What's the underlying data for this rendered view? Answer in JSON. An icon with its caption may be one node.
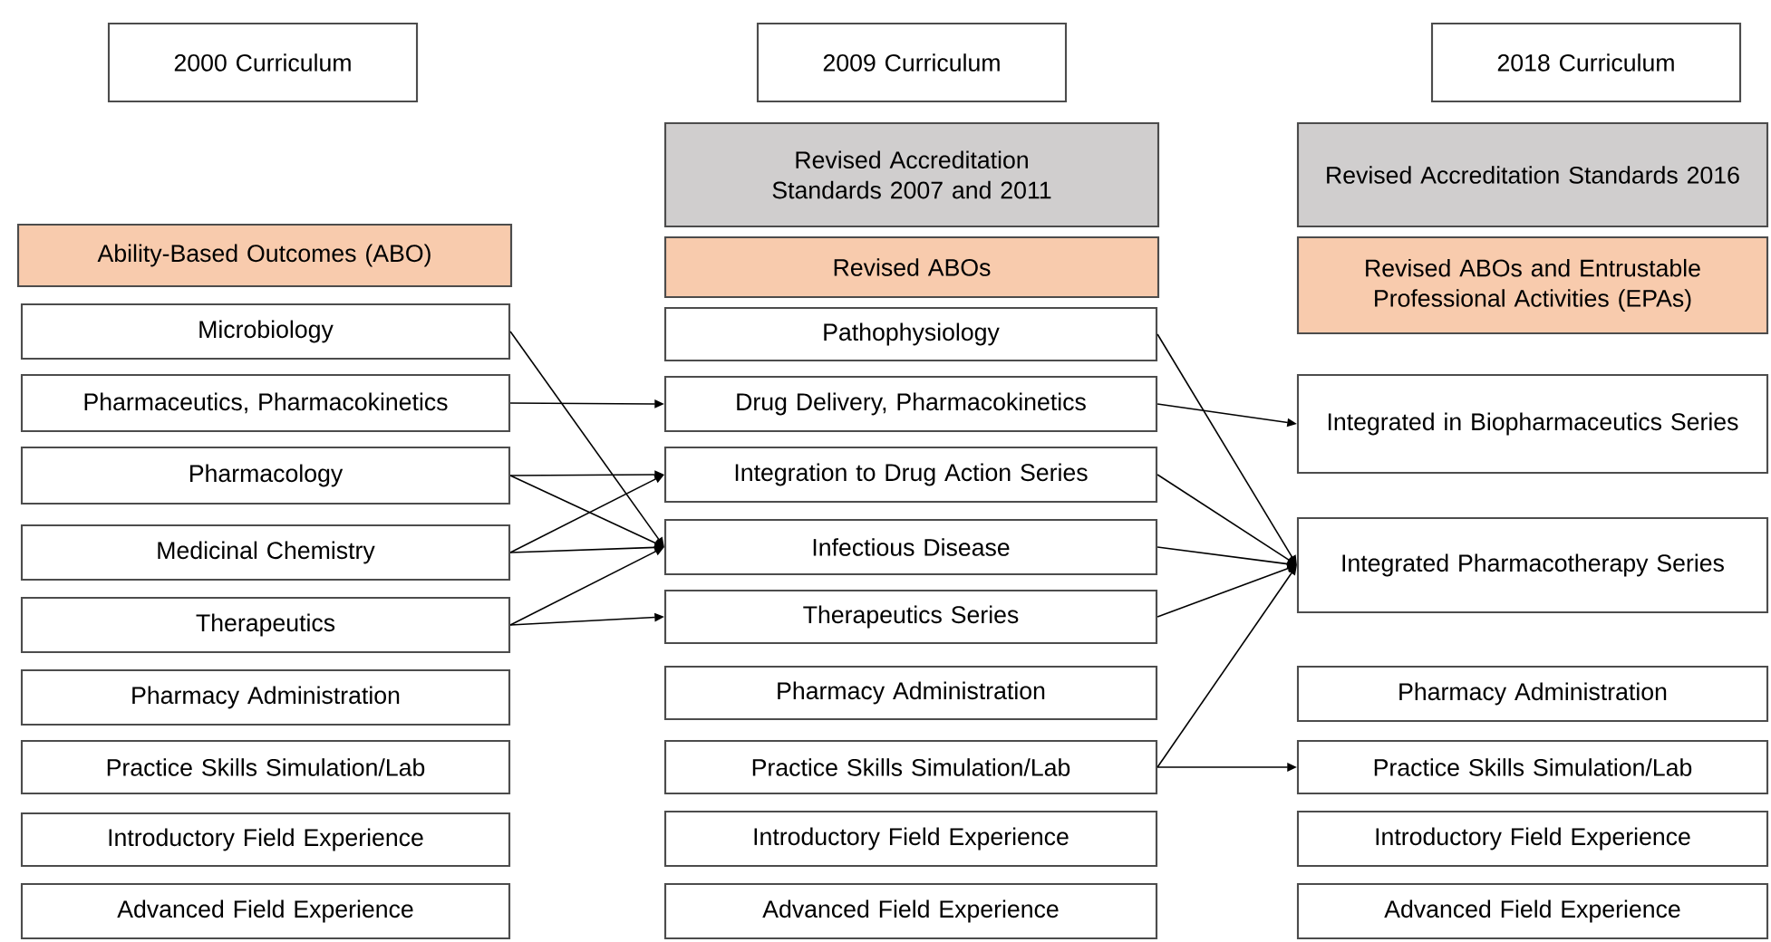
{
  "diagram": {
    "nodes": [
      {
        "text": [
          "2000 Curriculum"
        ]
      },
      {
        "text": [
          "Ability-Based Outcomes (ABO)"
        ]
      },
      {
        "text": [
          "Microbiology"
        ]
      },
      {
        "text": [
          "Pharmaceutics, Pharmacokinetics"
        ]
      },
      {
        "text": [
          "Pharmacology"
        ]
      },
      {
        "text": [
          "Medicinal Chemistry"
        ]
      },
      {
        "text": [
          "Therapeutics"
        ]
      },
      {
        "text": [
          "Pharmacy Administration"
        ]
      },
      {
        "text": [
          "Practice Skills Simulation/Lab"
        ]
      },
      {
        "text": [
          "Introductory Field Experience"
        ]
      },
      {
        "text": [
          "Advanced Field Experience"
        ]
      },
      {
        "text": [
          "2009 Curriculum"
        ]
      },
      {
        "text": [
          "Revised Accreditation Standards 2007 and 2011"
        ]
      },
      {
        "text": [
          "Revised ABOs"
        ]
      },
      {
        "text": [
          "Pathophysiology"
        ]
      },
      {
        "text": [
          "Drug Delivery, Pharmacokinetics"
        ]
      },
      {
        "text": [
          "Integration to Drug Action Series"
        ]
      },
      {
        "text": [
          "Infectious Disease"
        ]
      },
      {
        "text": [
          "Therapeutics Series"
        ]
      },
      {
        "text": [
          "Pharmacy Administration"
        ]
      },
      {
        "text": [
          "Practice Skills Simulation/Lab"
        ]
      },
      {
        "text": [
          "Introductory Field Experience"
        ]
      },
      {
        "text": [
          "Advanced Field Experience"
        ]
      },
      {
        "text": [
          "2018 Curriculum"
        ]
      },
      {
        "text": [
          "Revised Accreditation Standards 2016"
        ]
      },
      {
        "text": [
          "Revised ABOs and Entrustable Professional Activities (EPAs)"
        ]
      },
      {
        "text": [
          "Integrated in Biopharmaceutics Series"
        ]
      },
      {
        "text": [
          "Integrated Pharmacotherapy Series"
        ]
      },
      {
        "text": [
          "Pharmacy Administration"
        ]
      },
      {
        "text": [
          "Practice Skills Simulation/Lab"
        ]
      },
      {
        "text": [
          "Introductory Field Experience"
        ]
      },
      {
        "text": [
          "Advanced Field Experience"
        ]
      }
    ],
    "edges": [
      {
        "from": 2,
        "to": 17,
        "arrow": "to"
      },
      {
        "from": 3,
        "to": 15,
        "arrow": "to"
      },
      {
        "from": 4,
        "to": 16,
        "arrow": "to"
      },
      {
        "from": 4,
        "to": 17,
        "arrow": "to"
      },
      {
        "from": 5,
        "to": 16,
        "arrow": "to"
      },
      {
        "from": 5,
        "to": 17,
        "arrow": "to"
      },
      {
        "from": 6,
        "to": 17,
        "arrow": "to"
      },
      {
        "from": 6,
        "to": 18,
        "arrow": "to"
      },
      {
        "from": 14,
        "to": 27,
        "arrow": "to"
      },
      {
        "from": 15,
        "to": 26,
        "arrow": "to"
      },
      {
        "from": 16,
        "to": 27,
        "arrow": "to"
      },
      {
        "from": 17,
        "to": 27,
        "arrow": "to"
      },
      {
        "from": 18,
        "to": 27,
        "arrow": "to"
      },
      {
        "from": 20,
        "to": 27,
        "arrow": "to"
      },
      {
        "from": 20,
        "to": 29,
        "arrow": "to"
      }
    ]
  }
}
